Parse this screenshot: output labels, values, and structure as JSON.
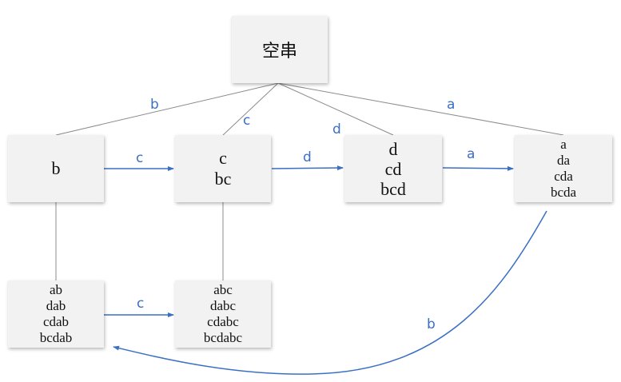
{
  "nodes": {
    "root": "空串",
    "b": [
      "b"
    ],
    "c": [
      "c",
      "bc"
    ],
    "d": [
      "d",
      "cd",
      "bcd"
    ],
    "a": [
      "a",
      "da",
      "cda",
      "bcda"
    ],
    "ab": [
      "ab",
      "dab",
      "cdab",
      "bcdab"
    ],
    "abc": [
      "abc",
      "dabc",
      "cdabc",
      "bcdabc"
    ]
  },
  "edge_labels": {
    "root_b": "b",
    "root_c": "c",
    "root_d": "d",
    "root_a": "a",
    "b_c": "c",
    "c_d": "d",
    "d_a": "a",
    "ab_abc": "c",
    "a_ab": "b"
  },
  "colors": {
    "tree_edge": "#8c8c8c",
    "link_edge": "#3a6fc4",
    "node_fill": "#f2f2f2"
  }
}
